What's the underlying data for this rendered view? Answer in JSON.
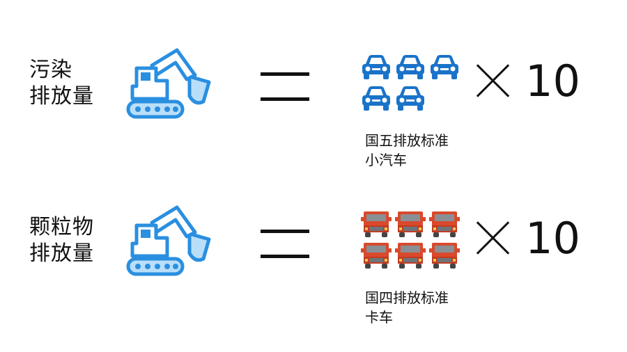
{
  "rows": [
    {
      "label_line1": "污染",
      "label_line2": "排放量",
      "vehicle_icon": "car-icon",
      "vehicle_color": "#1a73c9",
      "vehicle_count": 5,
      "multiplier": "10",
      "caption_line1": "国五排放标准",
      "caption_line2": "小汽车"
    },
    {
      "label_line1": "颗粒物",
      "label_line2": "排放量",
      "vehicle_icon": "truck-icon",
      "vehicle_color": "#d9492b",
      "vehicle_count": 6,
      "multiplier": "10",
      "caption_line1": "国四排放标准",
      "caption_line2": "卡车"
    }
  ],
  "excavator_icon": "excavator-icon",
  "excavator_color": "#2a8fe0",
  "excavator_fill": "#b9defa",
  "equals_icon": "equals-icon",
  "times_icon": "times-icon"
}
